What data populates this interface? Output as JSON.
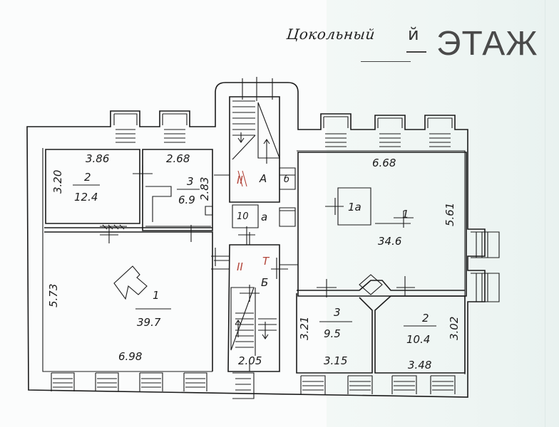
{
  "title": {
    "handwritten": "Цокольный",
    "suffix": "й",
    "main": "ЭТАЖ"
  },
  "stairs": {
    "a_label": "А",
    "b_label": "Б",
    "a_roman": "II",
    "b_roman": "II",
    "b_sub": "Т"
  },
  "rooms": {
    "left_2": {
      "number": "2",
      "area": "12.4"
    },
    "left_3": {
      "number": "3",
      "area": "6.9"
    },
    "left_1": {
      "number": "1",
      "area": "39.7"
    },
    "right_1": {
      "number": "1",
      "area": "34.6"
    },
    "right_1a": {
      "number": "1a"
    },
    "right_3": {
      "number": "3",
      "area": "9.5"
    },
    "right_2": {
      "number": "2",
      "area": "10.4"
    },
    "stair_a_small_b": {
      "number": "б"
    },
    "stair_a_small_a": {
      "number": "а"
    },
    "wc_symbol": "10"
  },
  "dimensions": {
    "d_386": "3.86",
    "d_268": "2.68",
    "d_320": "3.20",
    "d_283": "2.83",
    "d_573": "5.73",
    "d_698": "6.98",
    "d_668": "6.68",
    "d_561": "5.61",
    "d_321": "3.21",
    "d_315": "3.15",
    "d_302": "3.02",
    "d_348": "3.48",
    "d_205": "2.05"
  }
}
